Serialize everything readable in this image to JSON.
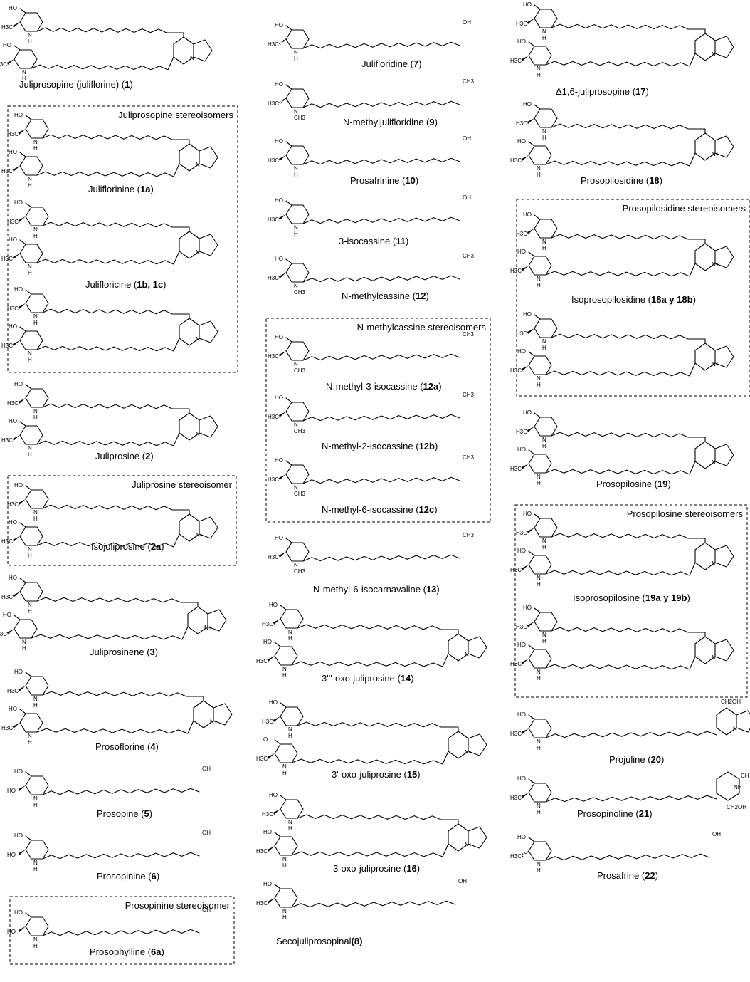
{
  "compounds": [
    {
      "name": "Juliprosopine (juliflorine) (",
      "num": "1",
      "tail": ")"
    },
    {
      "name": "Juliflorinine (",
      "num": "1a",
      "tail": ")"
    },
    {
      "name": "Julifloricine (",
      "num": "1b, 1c",
      "tail": ")"
    },
    {
      "name": "Juliprosine (",
      "num": "2",
      "tail": ")"
    },
    {
      "name": "Isojuliprosine (",
      "num": "2a",
      "tail": ")"
    },
    {
      "name": "Juliprosinene (",
      "num": "3",
      "tail": ")"
    },
    {
      "name": "Prosoflorine (",
      "num": "4",
      "tail": ")"
    },
    {
      "name": "Prosopine (",
      "num": "5",
      "tail": ")"
    },
    {
      "name": "Prosopinine (",
      "num": "6",
      "tail": ")"
    },
    {
      "name": "Prosophylline (",
      "num": "6a",
      "tail": ")"
    },
    {
      "name": "Julifloridine (",
      "num": "7",
      "tail": ")"
    },
    {
      "name": "N-methyljulifloridine  (",
      "num": "9",
      "tail": ")"
    },
    {
      "name": "Prosafrinine (",
      "num": "10",
      "tail": ")"
    },
    {
      "name": "3-isocassine (",
      "num": "11",
      "tail": ")"
    },
    {
      "name": "N-methylcassine (",
      "num": "12",
      "tail": ")"
    },
    {
      "name": "N-methyl-3-isocassine (",
      "num": "12a",
      "tail": ")"
    },
    {
      "name": "N-methyl-2-isocassine (",
      "num": "12b",
      "tail": ")"
    },
    {
      "name": "N-methyl-6-isocassine (",
      "num": "12c",
      "tail": ")"
    },
    {
      "name": "N-methyl-6-isocarnavaline (",
      "num": "13",
      "tail": ")"
    },
    {
      "name": "3'''-oxo-juliprosine (",
      "num": "14",
      "tail": ")"
    },
    {
      "name": "3'-oxo-juliprosine (",
      "num": "15",
      "tail": ")"
    },
    {
      "name": "3-oxo-juliprosine (",
      "num": "16",
      "tail": ")"
    },
    {
      "name": "Secojuliprosopinal",
      "num": "(8)",
      "tail": ""
    },
    {
      "name": "Δ1,6-juliprosopine (",
      "num": "17",
      "tail": ")"
    },
    {
      "name": "Prosopilosidine (",
      "num": "18",
      "tail": ")"
    },
    {
      "name": "Isoprosopilosidine (",
      "num": "18a y 18b",
      "tail": ")"
    },
    {
      "name": "Prosopilosine (",
      "num": "19",
      "tail": ")"
    },
    {
      "name": "Isoprosopilosine (",
      "num": "19a y 19b",
      "tail": ")"
    },
    {
      "name": "Projuline (",
      "num": "20",
      "tail": ")"
    },
    {
      "name": "Prosopinoline (",
      "num": "21",
      "tail": ")"
    },
    {
      "name": "Prosafrine (",
      "num": "22",
      "tail": ")"
    }
  ],
  "boxes": [
    "Juliprosopine stereoisomers",
    "Juliprosine stereoisomer",
    "Prosopinine stereoisomer",
    "N-methylcassine stereoisomers",
    "Prosopilosidine stereoisomers",
    "Prosopilosine stereoisomers"
  ],
  "atoms": {
    "ho": "HO",
    "n": "N",
    "h": "H",
    "nplus": "N+",
    "o": "O",
    "h3c": "H3C",
    "ch3": "CH3",
    "oh": "OH",
    "ch2oh": "CH2OH",
    "ch": "CH",
    "nh": "NH"
  }
}
